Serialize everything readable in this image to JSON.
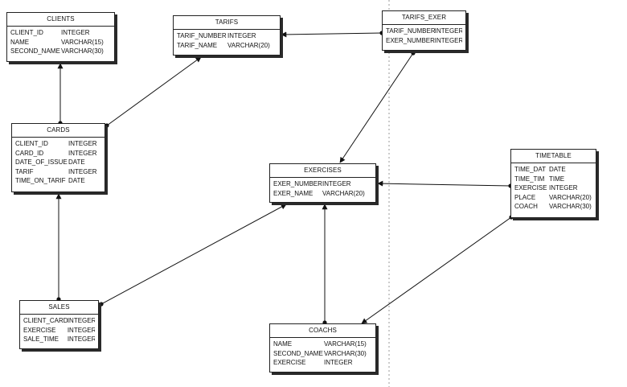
{
  "entities": [
    {
      "id": "clients",
      "title": "CLIENTS",
      "fields": [
        {
          "name": "CLIENT_ID",
          "type": "INTEGER"
        },
        {
          "name": "NAME",
          "type": "VARCHAR(15)"
        },
        {
          "name": "SECOND_NAME",
          "type": "VARCHAR(30)"
        }
      ]
    },
    {
      "id": "tarifs",
      "title": "TARIFS",
      "fields": [
        {
          "name": "TARIF_NUMBER",
          "type": "INTEGER"
        },
        {
          "name": "TARIF_NAME",
          "type": "VARCHAR(20)"
        }
      ]
    },
    {
      "id": "tarifs-exer",
      "title": "TARIFS_EXER",
      "fields": [
        {
          "name": "TARIF_NUMBER",
          "type": "INTEGER"
        },
        {
          "name": "EXER_NUMBER",
          "type": "INTEGER"
        }
      ]
    },
    {
      "id": "cards",
      "title": "CARDS",
      "fields": [
        {
          "name": "CLIENT_ID",
          "type": "INTEGER"
        },
        {
          "name": "CARD_ID",
          "type": "INTEGER"
        },
        {
          "name": "DATE_OF_ISSUE",
          "type": "DATE"
        },
        {
          "name": "TARIF",
          "type": "INTEGER"
        },
        {
          "name": "TIME_ON_TARIF",
          "type": "DATE"
        }
      ]
    },
    {
      "id": "exercises",
      "title": "EXERCISES",
      "fields": [
        {
          "name": "EXER_NUMBER",
          "type": "INTEGER"
        },
        {
          "name": "EXER_NAME",
          "type": "VARCHAR(20)"
        }
      ]
    },
    {
      "id": "timetable",
      "title": "TIMETABLE",
      "fields": [
        {
          "name": "TIME_DAT",
          "type": "DATE"
        },
        {
          "name": "TIME_TIM",
          "type": "TIME"
        },
        {
          "name": "EXERCISE",
          "type": "INTEGER"
        },
        {
          "name": "PLACE",
          "type": "VARCHAR(20)"
        },
        {
          "name": "COACH",
          "type": "VARCHAR(30)"
        }
      ]
    },
    {
      "id": "sales",
      "title": "SALES",
      "fields": [
        {
          "name": "CLIENT_CARD",
          "type": "INTEGER"
        },
        {
          "name": "EXERCISE",
          "type": "INTEGER"
        },
        {
          "name": "SALE_TIME",
          "type": "INTEGER"
        }
      ]
    },
    {
      "id": "coachs",
      "title": "COACHS",
      "fields": [
        {
          "name": "NAME",
          "type": "VARCHAR(15)"
        },
        {
          "name": "SECOND_NAME",
          "type": "VARCHAR(30)"
        },
        {
          "name": "EXERCISE",
          "type": "INTEGER"
        }
      ]
    }
  ],
  "relationships": [
    {
      "id": "cards-clients",
      "from": "cards",
      "to": "clients"
    },
    {
      "id": "cards-tarifs",
      "from": "cards",
      "to": "tarifs"
    },
    {
      "id": "tarifs-exer-tarifs",
      "from": "tarifs-exer",
      "to": "tarifs"
    },
    {
      "id": "tarifs-exer-exercises",
      "from": "tarifs-exer",
      "to": "exercises"
    },
    {
      "id": "timetable-exercises",
      "from": "timetable",
      "to": "exercises"
    },
    {
      "id": "timetable-coachs",
      "from": "timetable",
      "to": "coachs"
    },
    {
      "id": "sales-cards",
      "from": "sales",
      "to": "cards"
    },
    {
      "id": "sales-exercises",
      "from": "sales",
      "to": "exercises"
    },
    {
      "id": "coachs-exercises",
      "from": "coachs",
      "to": "exercises"
    }
  ]
}
